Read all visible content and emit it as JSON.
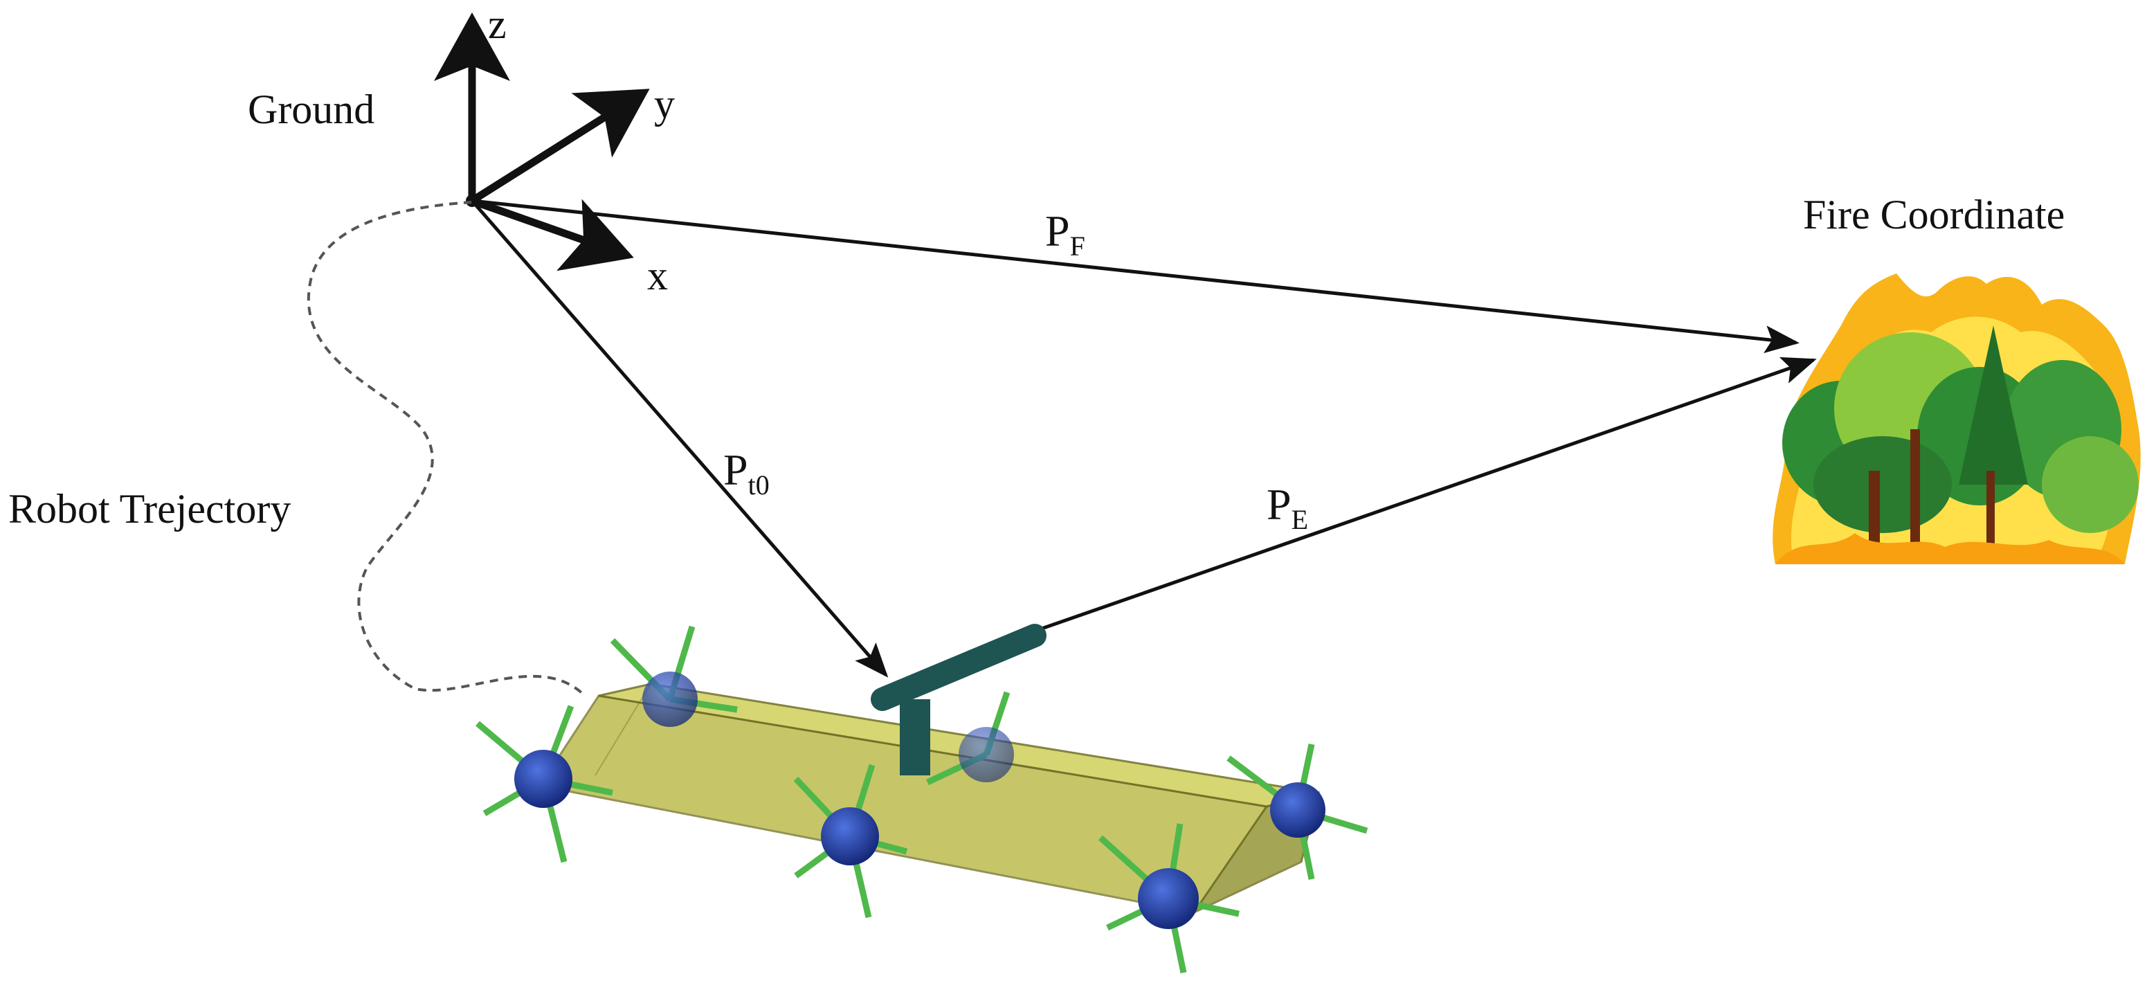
{
  "labels": {
    "ground": "Ground",
    "axis_x": "x",
    "axis_y": "y",
    "axis_z": "z",
    "fire_coordinate": "Fire Coordinate",
    "robot_trajectory": "Robot Trejectory"
  },
  "vectors": {
    "p_f": {
      "symbol": "P",
      "subscript": "F"
    },
    "p_t0": {
      "symbol": "P",
      "subscript": "t0"
    },
    "p_e": {
      "symbol": "P",
      "subscript": "E"
    }
  },
  "colors": {
    "line": "#111111",
    "robot_body": "#b4b438",
    "wheel": "#1f3fb0",
    "spoke": "#4fb84a",
    "nozzle": "#1e5452",
    "fire_outer": "#f8b418",
    "fire_inner": "#ffe04a",
    "tree": "#2e8c34",
    "tree_light": "#8cc83e",
    "trunk": "#6b2b10"
  },
  "icons": {
    "fire": "forest-fire-icon",
    "robot": "firefighting-robot-icon"
  }
}
